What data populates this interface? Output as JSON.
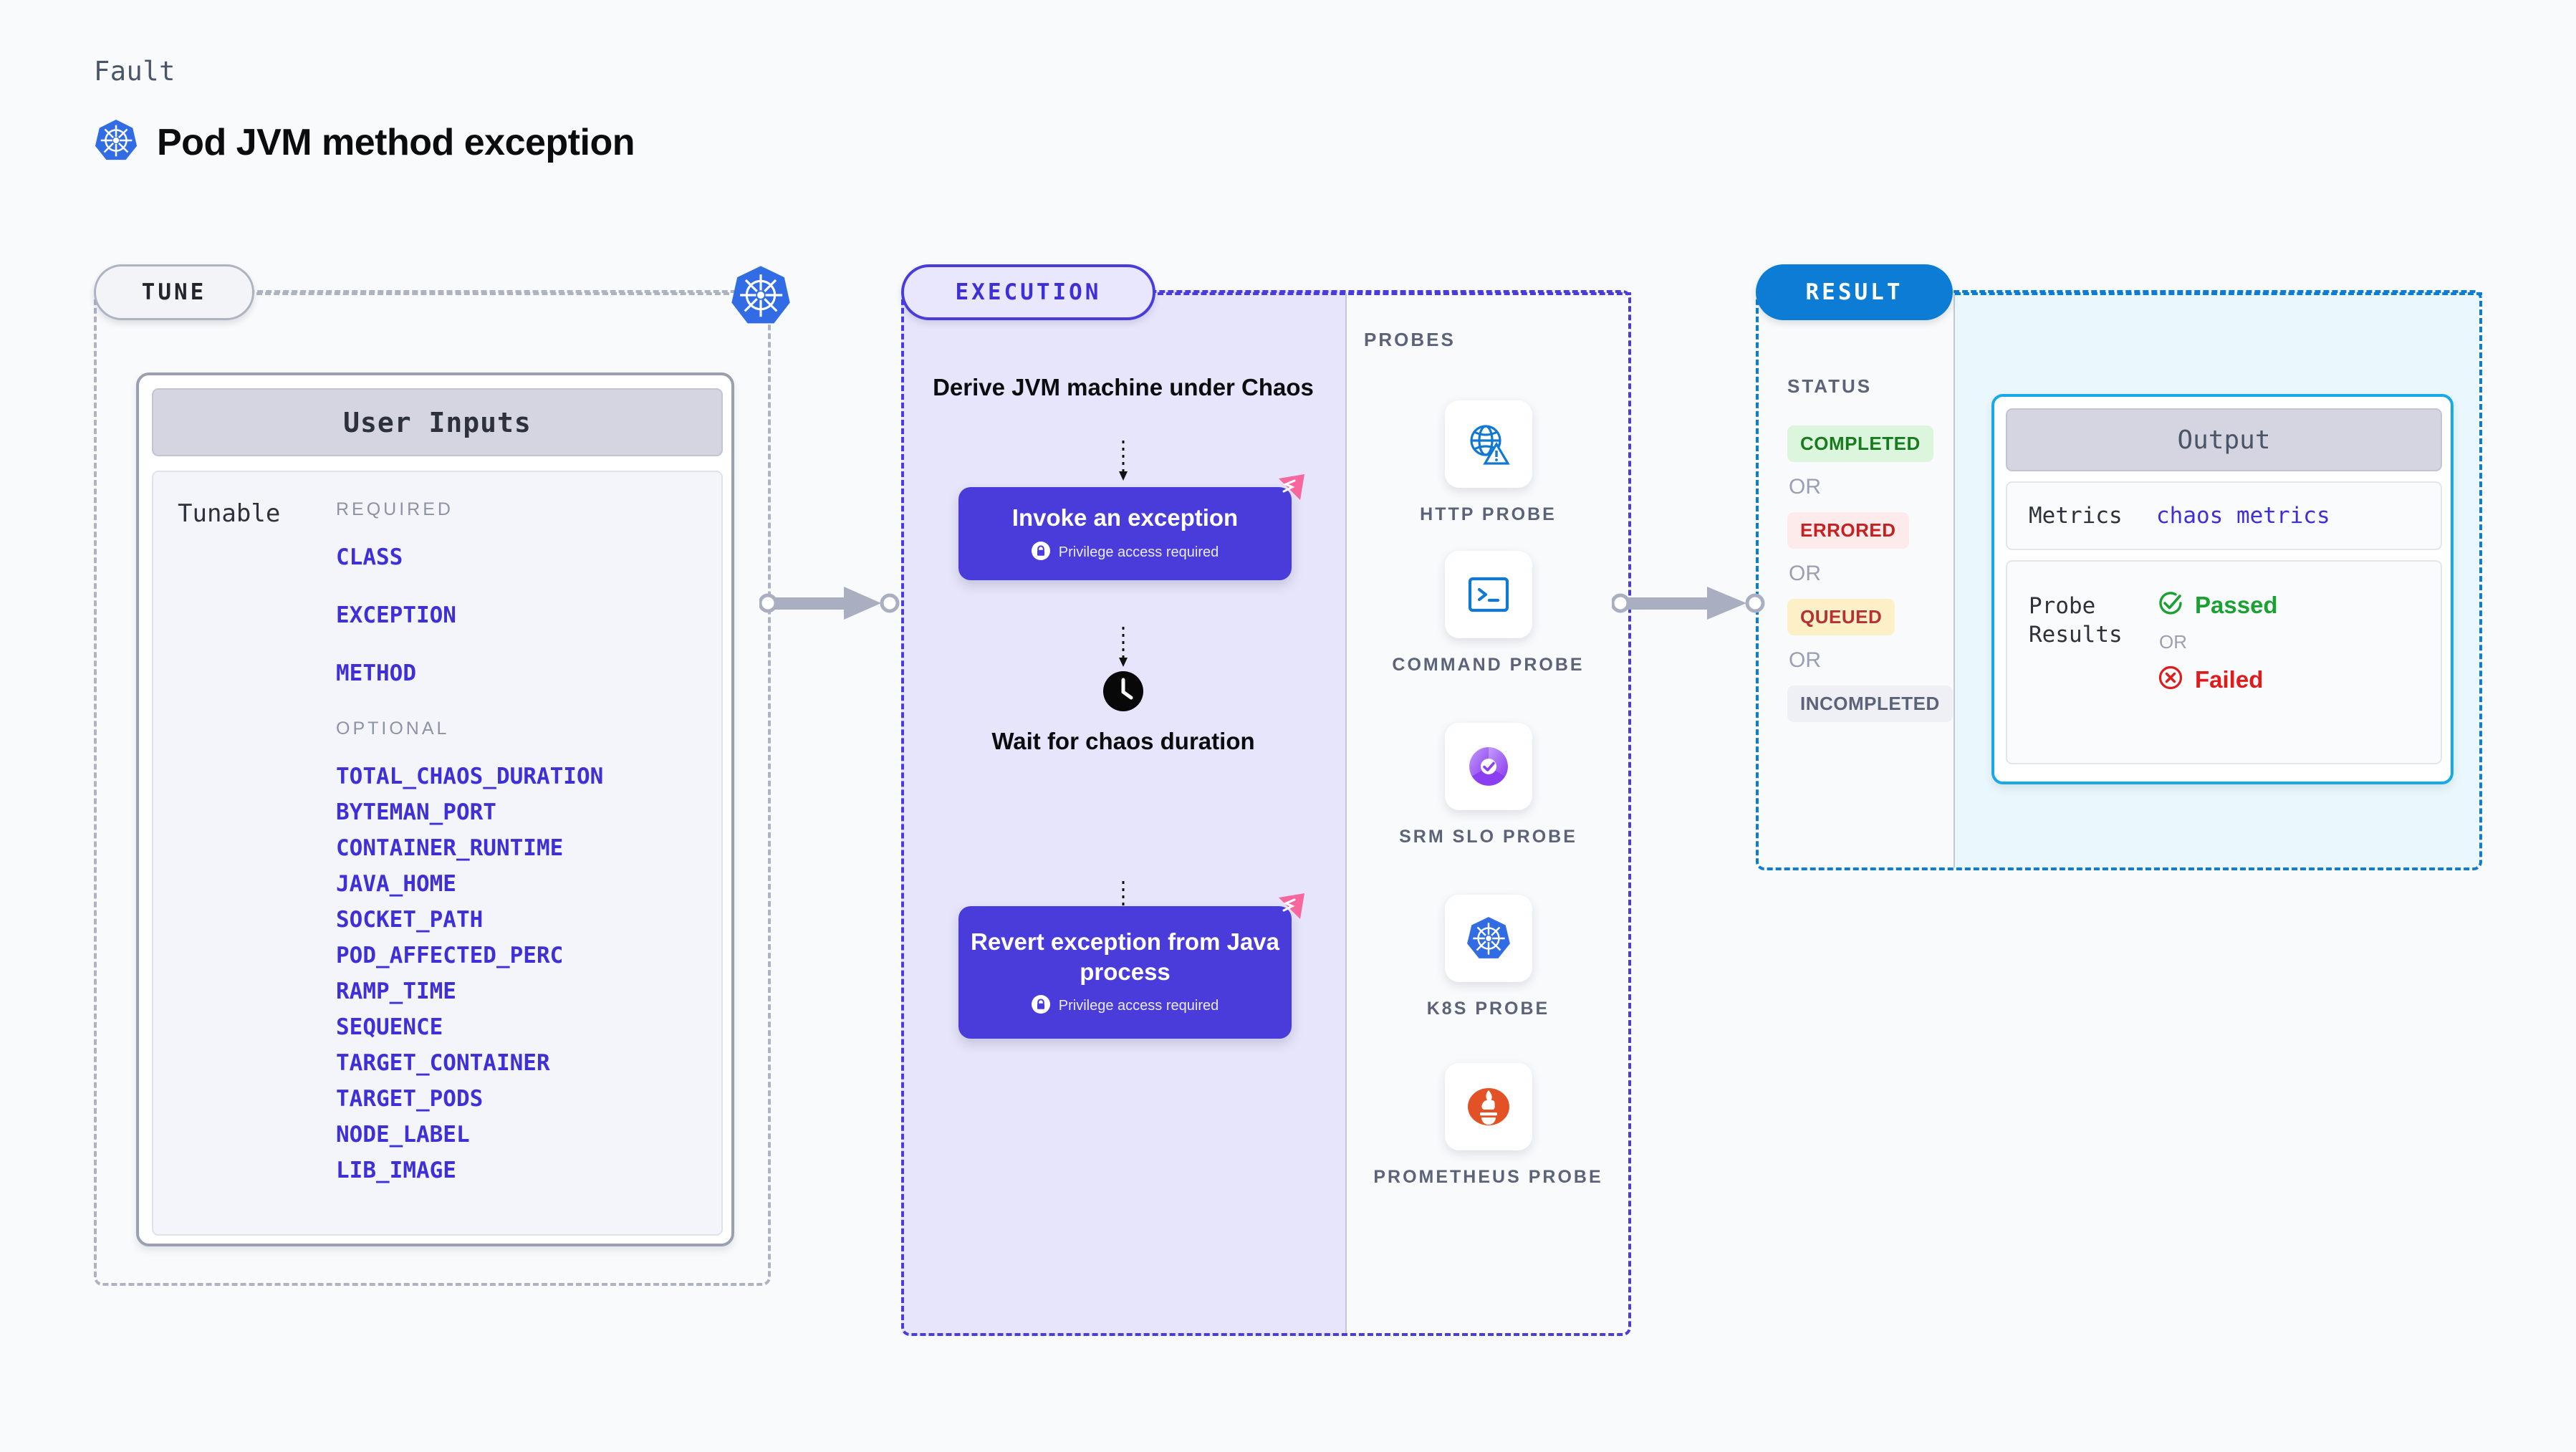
{
  "header": {
    "kicker": "Fault",
    "title": "Pod JVM method exception",
    "icon": "kubernetes-icon"
  },
  "stages": {
    "tune": {
      "label": "TUNE",
      "accent": "#aeb3c2"
    },
    "execution": {
      "label": "EXECUTION",
      "accent": "#4a3cdb"
    },
    "result": {
      "label": "RESULT",
      "accent": "#0c7cd5"
    }
  },
  "tune": {
    "card_title": "User Inputs",
    "tunable_label": "Tunable",
    "required_heading": "REQUIRED",
    "optional_heading": "OPTIONAL",
    "required": [
      "CLASS",
      "EXCEPTION",
      "METHOD"
    ],
    "optional": [
      "TOTAL_CHAOS_DURATION",
      "BYTEMAN_PORT",
      "CONTAINER_RUNTIME",
      "JAVA_HOME",
      "SOCKET_PATH",
      "POD_AFFECTED_PERC",
      "RAMP_TIME",
      "SEQUENCE",
      "TARGET_CONTAINER",
      "TARGET_PODS",
      "NODE_LABEL",
      "LIB_IMAGE"
    ],
    "tunable_color": "#3f2fd6"
  },
  "execution": {
    "intro": "Derive JVM machine under Chaos",
    "steps": [
      {
        "title": "Invoke an exception",
        "privilege_note": "Privilege access required",
        "icon": "lock-icon",
        "badge": "chaos-fault-badge"
      },
      {
        "title": "Revert exception from Java process",
        "privilege_note": "Privilege access required",
        "icon": "lock-icon",
        "badge": "chaos-fault-badge"
      }
    ],
    "wait": {
      "label": "Wait for chaos duration",
      "icon": "clock-icon"
    },
    "box_color": "#4a3cdb",
    "badge_color": "#f7679e"
  },
  "probes": {
    "title": "PROBES",
    "items": [
      {
        "label": "HTTP PROBE",
        "icon": "globe-warning-icon",
        "color": "#1178d4"
      },
      {
        "label": "COMMAND PROBE",
        "icon": "terminal-icon",
        "color": "#1178d4"
      },
      {
        "label": "SRM SLO PROBE",
        "icon": "srm-slo-gauge-icon",
        "color": "#8b3ff0"
      },
      {
        "label": "K8S PROBE",
        "icon": "kubernetes-icon",
        "color": "#326ce5"
      },
      {
        "label": "PROMETHEUS PROBE",
        "icon": "prometheus-icon",
        "color": "#e35226"
      }
    ]
  },
  "result": {
    "status_title": "STATUS",
    "or_label": "OR",
    "statuses": [
      {
        "label": "COMPLETED",
        "bg": "#dcf5dd",
        "fg": "#177c1d"
      },
      {
        "label": "ERRORED",
        "bg": "#fdeaea",
        "fg": "#c62020"
      },
      {
        "label": "QUEUED",
        "bg": "#fdf0c7",
        "fg": "#b53232"
      },
      {
        "label": "INCOMPLETED",
        "bg": "#eef0f6",
        "fg": "#5c6378"
      }
    ],
    "output": {
      "title": "Output",
      "metrics_key": "Metrics",
      "metrics_value": "chaos metrics",
      "probe_results_key": "Probe Results",
      "passed_label": "Passed",
      "failed_label": "Failed",
      "or_label": "OR",
      "passed_color": "#1aa131",
      "failed_color": "#e01b1b",
      "border_color": "#18a9e8"
    }
  }
}
